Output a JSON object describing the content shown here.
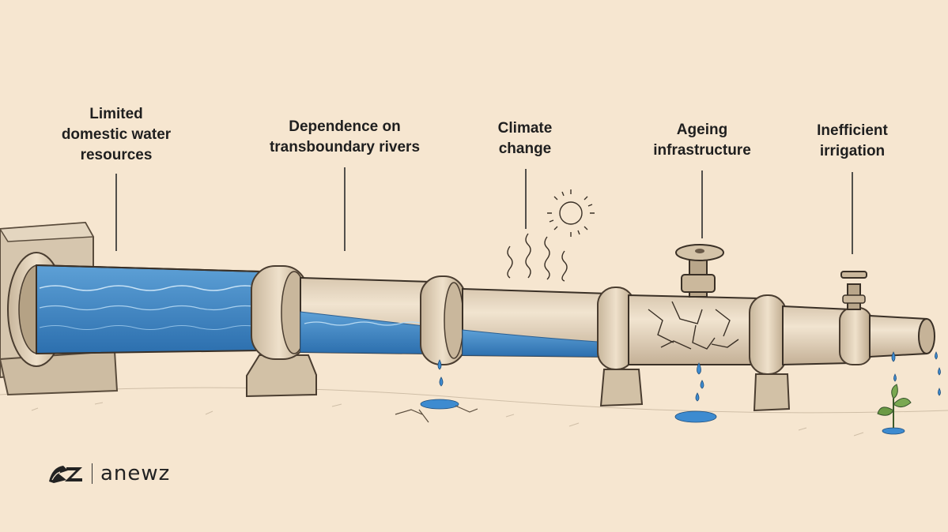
{
  "labels": [
    {
      "id": "domestic-resources",
      "lines": [
        "Limited",
        "domestic water",
        "resources"
      ]
    },
    {
      "id": "transboundary-rivers",
      "lines": [
        "Dependence on",
        "transboundary rivers"
      ]
    },
    {
      "id": "climate-change",
      "lines": [
        "Climate",
        "change"
      ]
    },
    {
      "id": "ageing-infrastructure",
      "lines": [
        "Ageing",
        "infrastructure"
      ]
    },
    {
      "id": "inefficient-irrigation",
      "lines": [
        "Inefficient",
        "irrigation"
      ]
    }
  ],
  "brand": {
    "name": "anewz",
    "icon": "anewz-logo-icon"
  },
  "colors": {
    "background": "#f6e6d0",
    "water": "#3a84c4",
    "pipe": "#e6d6bf",
    "ink": "#3a3026"
  }
}
